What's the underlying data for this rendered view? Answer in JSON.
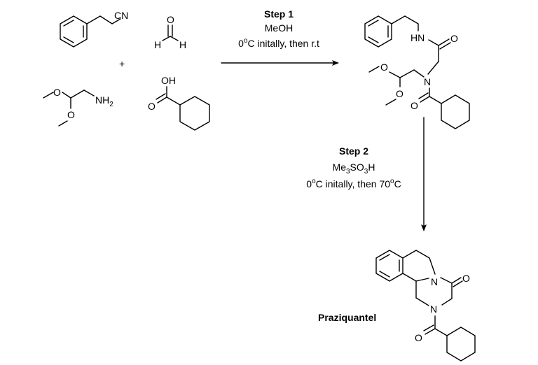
{
  "reactants": {
    "nitrile_group": "CN",
    "formaldehyde": {
      "oxygen": "O",
      "h_left": "H",
      "h_right": "H"
    },
    "plus": "+",
    "amine": {
      "nh": "NH",
      "sub": "2"
    },
    "acid": {
      "oh": "OH",
      "oxygen": "O"
    },
    "methoxy_oxygen": "O"
  },
  "step1": {
    "title": "Step 1",
    "solvent": "MeOH",
    "temp": {
      "a": "0",
      "deg": "o",
      "b": "C initally, then r.t"
    }
  },
  "step2": {
    "title": "Step 2",
    "reagent": {
      "a": "Me",
      "s1": "3",
      "b": "SO",
      "s2": "3",
      "c": "H"
    },
    "temp": {
      "a": "0",
      "deg1": "o",
      "b": "C initally, then 70",
      "deg2": "o",
      "c": "C"
    }
  },
  "intermediate": {
    "hn": "HN",
    "n": "N",
    "oxygen": "O"
  },
  "product": {
    "n": "N",
    "oxygen": "O",
    "name": "Praziquantel"
  }
}
